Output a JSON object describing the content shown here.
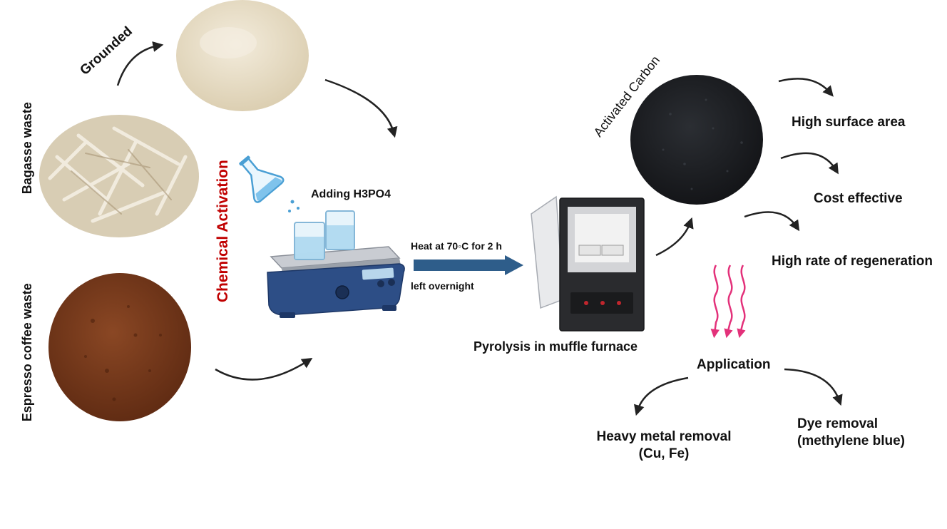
{
  "diagram": {
    "labels": {
      "grounded": "Grounded",
      "bagasse": "Bagasse waste",
      "espresso": "Espresso coffee waste",
      "chemical_activation": "Chemical Activation",
      "adding_acid": "Adding H3PO4",
      "heat": "Heat at 70◦C for 2 h",
      "overnight": "left overnight",
      "pyrolysis": "Pyrolysis in muffle furnace",
      "activated_carbon": "Activated Carbon",
      "high_surface_area": "High surface area",
      "cost_effective": "Cost effective",
      "regeneration": "High rate of regeneration",
      "application": "Application",
      "heavy_metal_line1": "Heavy metal removal",
      "heavy_metal_line2": "(Cu, Fe)",
      "dye_line1": "Dye removal",
      "dye_line2": "(methylene blue)"
    },
    "colors": {
      "chemical_activation": "#c00000",
      "process_arrow": "#2e5d8a",
      "heat_waves": "#e3317a",
      "arrow": "#222222",
      "bagasse": "#e7dcc3",
      "powder": "#e9dfca",
      "coffee": "#7a3a1b",
      "carbon": "#1d1f22"
    }
  }
}
